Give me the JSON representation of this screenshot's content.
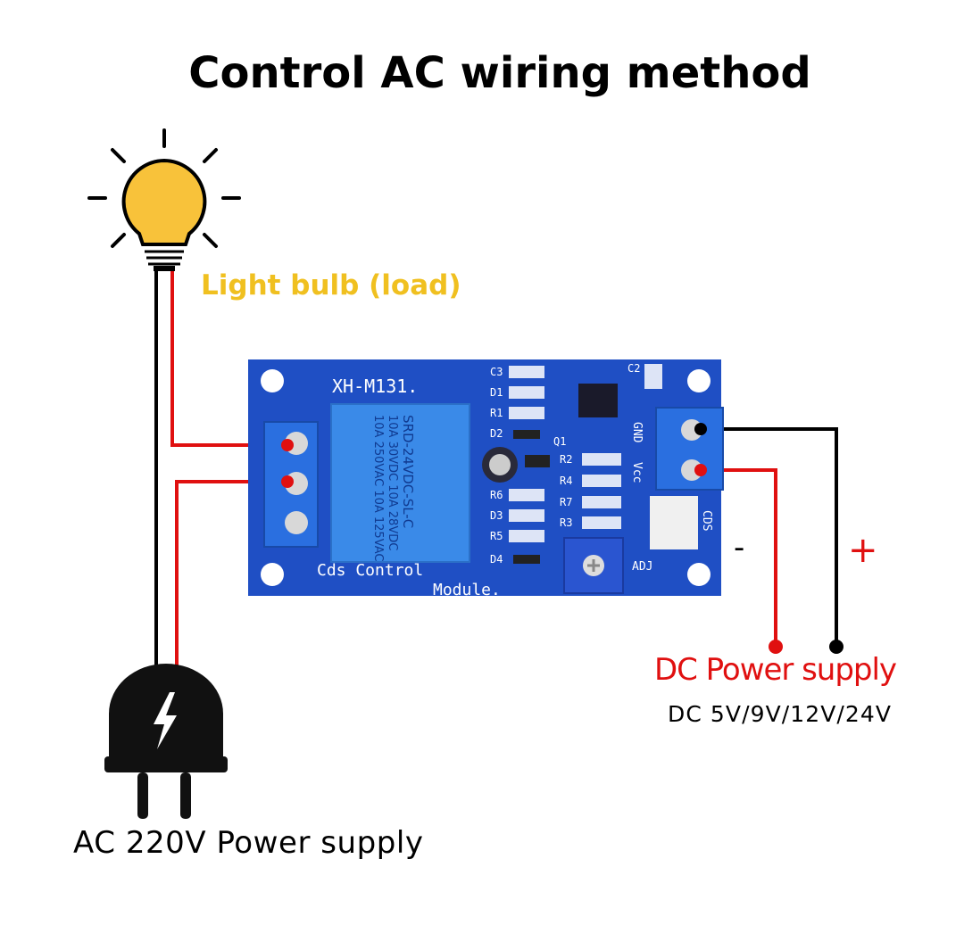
{
  "title": "Control AC wiring method",
  "load_label": "Light bulb (load)",
  "board": {
    "model": "XH-M131.",
    "footer_line1": "Cds Control",
    "footer_line2": "Module.",
    "relay_lines": [
      "10A 250VAC 10A 125VAC",
      "10A 30VDC 10A 28VDC",
      "SRD-24VDC-SL-C"
    ],
    "component_labels": [
      "C3",
      "D1",
      "R1",
      "D2",
      "Q1",
      "R6",
      "D3",
      "R5",
      "D4",
      "R2",
      "R4",
      "R7",
      "R3",
      "C2"
    ],
    "pin_gnd": "GND",
    "pin_vcc": "Vcc",
    "sensor_port": "CDS",
    "adj_label": "ADJ"
  },
  "dc": {
    "minus": "-",
    "plus": "+",
    "label": "DC Power supply",
    "voltages": "DC 5V/9V/12V/24V"
  },
  "ac": {
    "label": "AC 220V Power supply"
  },
  "colors": {
    "wire_red": "#e01010",
    "wire_black": "#000000",
    "bulb": "#f8c23a",
    "board": "#1f4fc4",
    "terminal": "#2a6fe0",
    "load_text": "#f0c020"
  }
}
